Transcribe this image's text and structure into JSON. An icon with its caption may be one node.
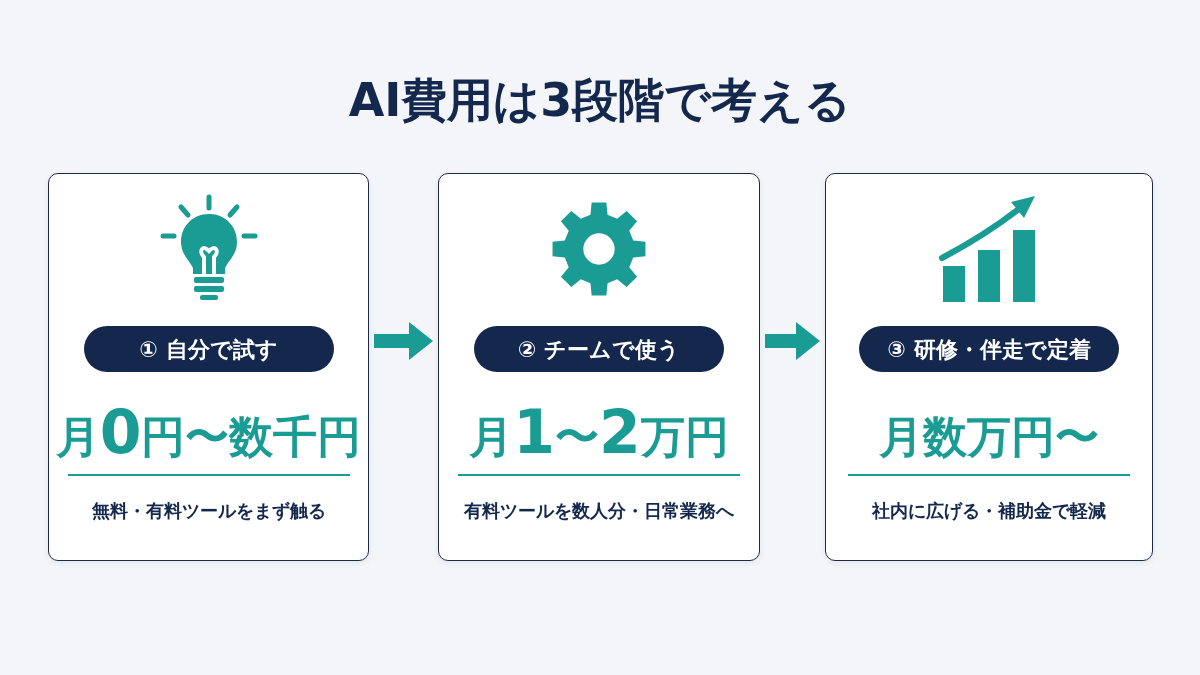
{
  "diagram": {
    "title": "AI費用は3段階で考える",
    "nodes": [
      {
        "text": [
          "月0円〜数千円",
          "無料・有料ツールをまず触る"
        ]
      },
      {
        "text": [
          "① 自分で試す"
        ],
        "in": 0
      },
      {
        "text": [
          "月1〜2万円",
          "有料ツールを数人分・日常業務へ"
        ]
      },
      {
        "text": [
          "② チームで使う"
        ],
        "in": 2
      },
      {
        "text": [
          "月数万円〜",
          "社内に広げる・補助金で軽減"
        ]
      },
      {
        "text": [
          "③ 研修・伴走で定着"
        ],
        "in": 4
      }
    ],
    "edges": [
      {
        "from": 0,
        "to": 2,
        "arrow": "to"
      },
      {
        "from": 2,
        "to": 4,
        "arrow": "to"
      }
    ]
  }
}
